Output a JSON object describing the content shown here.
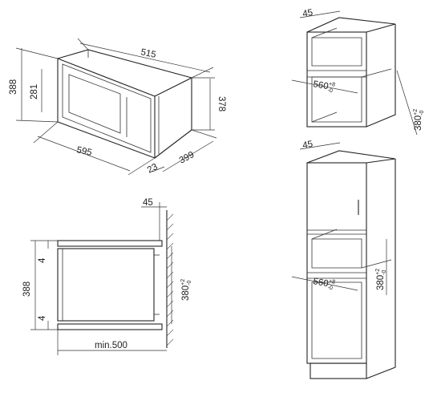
{
  "oven_view": {
    "width_top": "515",
    "height_left": "388",
    "inner_height": "281",
    "right_height": "378",
    "front_width": "595",
    "depth": "399",
    "front_offset": "23"
  },
  "side_section": {
    "wall_gap": "45",
    "total_height": "388",
    "top_gap": "4",
    "bottom_gap": "4",
    "niche_height": "380",
    "niche_height_tol_upper": "+2",
    "niche_height_tol_lower": "-0",
    "min_depth": "min.500"
  },
  "wall_cabinet": {
    "gap": "45",
    "niche_width": "560",
    "niche_width_tol_upper": "+8",
    "niche_width_tol_lower": "-0",
    "niche_height": "380",
    "niche_height_tol_upper": "+2",
    "niche_height_tol_lower": "-0"
  },
  "tall_cabinet": {
    "gap": "45",
    "niche_width": "560",
    "niche_width_tol_upper": "+8",
    "niche_width_tol_lower": "-0",
    "niche_height": "380",
    "niche_height_tol_upper": "+2",
    "niche_height_tol_lower": "-0"
  }
}
